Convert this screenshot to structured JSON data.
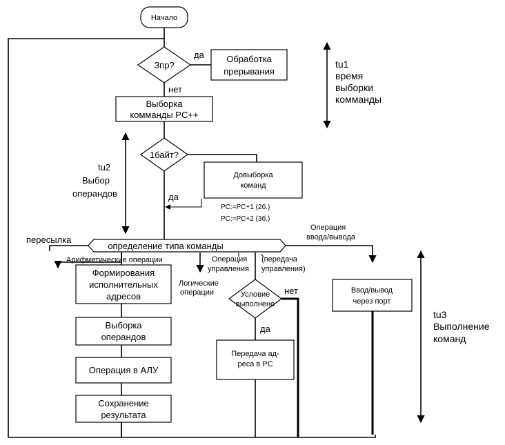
{
  "start": "Начало",
  "decision_interrupt": "Зпр?",
  "yes": "да",
  "no": "нет",
  "interrupt_handling": [
    "Обработка",
    "прерывания"
  ],
  "fetch_command": [
    "Выборка",
    "комманды PC++"
  ],
  "decision_one_byte": "1байт?",
  "additional_fetch": [
    "Довыборка",
    "команд"
  ],
  "pc_plus_two": "PC:=PC+1 (2б.)",
  "pc_plus_three": "PC:=PC+2 (3б.)",
  "command_type": "определение типа команды",
  "forwarding": "пересылка",
  "io_operation": [
    "Операция",
    "ввода/вывода"
  ],
  "arithmetic_operations": "Арифметические операции",
  "control_operation": [
    "Операция",
    "управления"
  ],
  "control_transfer": [
    "(передача",
    "управления)"
  ],
  "logical_operations": [
    "Логические",
    "операции"
  ],
  "form_addresses": [
    "Формирования",
    "исполнительных",
    "адресов"
  ],
  "fetch_operands": [
    "Выборка",
    "операндов"
  ],
  "alu_operation": "Операция в АЛУ",
  "save_result": [
    "Сохранение",
    "результата"
  ],
  "condition_met": [
    "Условие",
    "выполнено"
  ],
  "transfer_address": [
    "Передача ад-",
    "реса в PC"
  ],
  "io_port": [
    "Ввод/вывод",
    "через порт"
  ],
  "tu1": [
    "tu1",
    "время",
    "выборки",
    "комманды"
  ],
  "tu2": [
    "tu2",
    "Выбор",
    "операндов"
  ],
  "tu3": [
    "tu3",
    "Выполнение",
    "команд"
  ]
}
